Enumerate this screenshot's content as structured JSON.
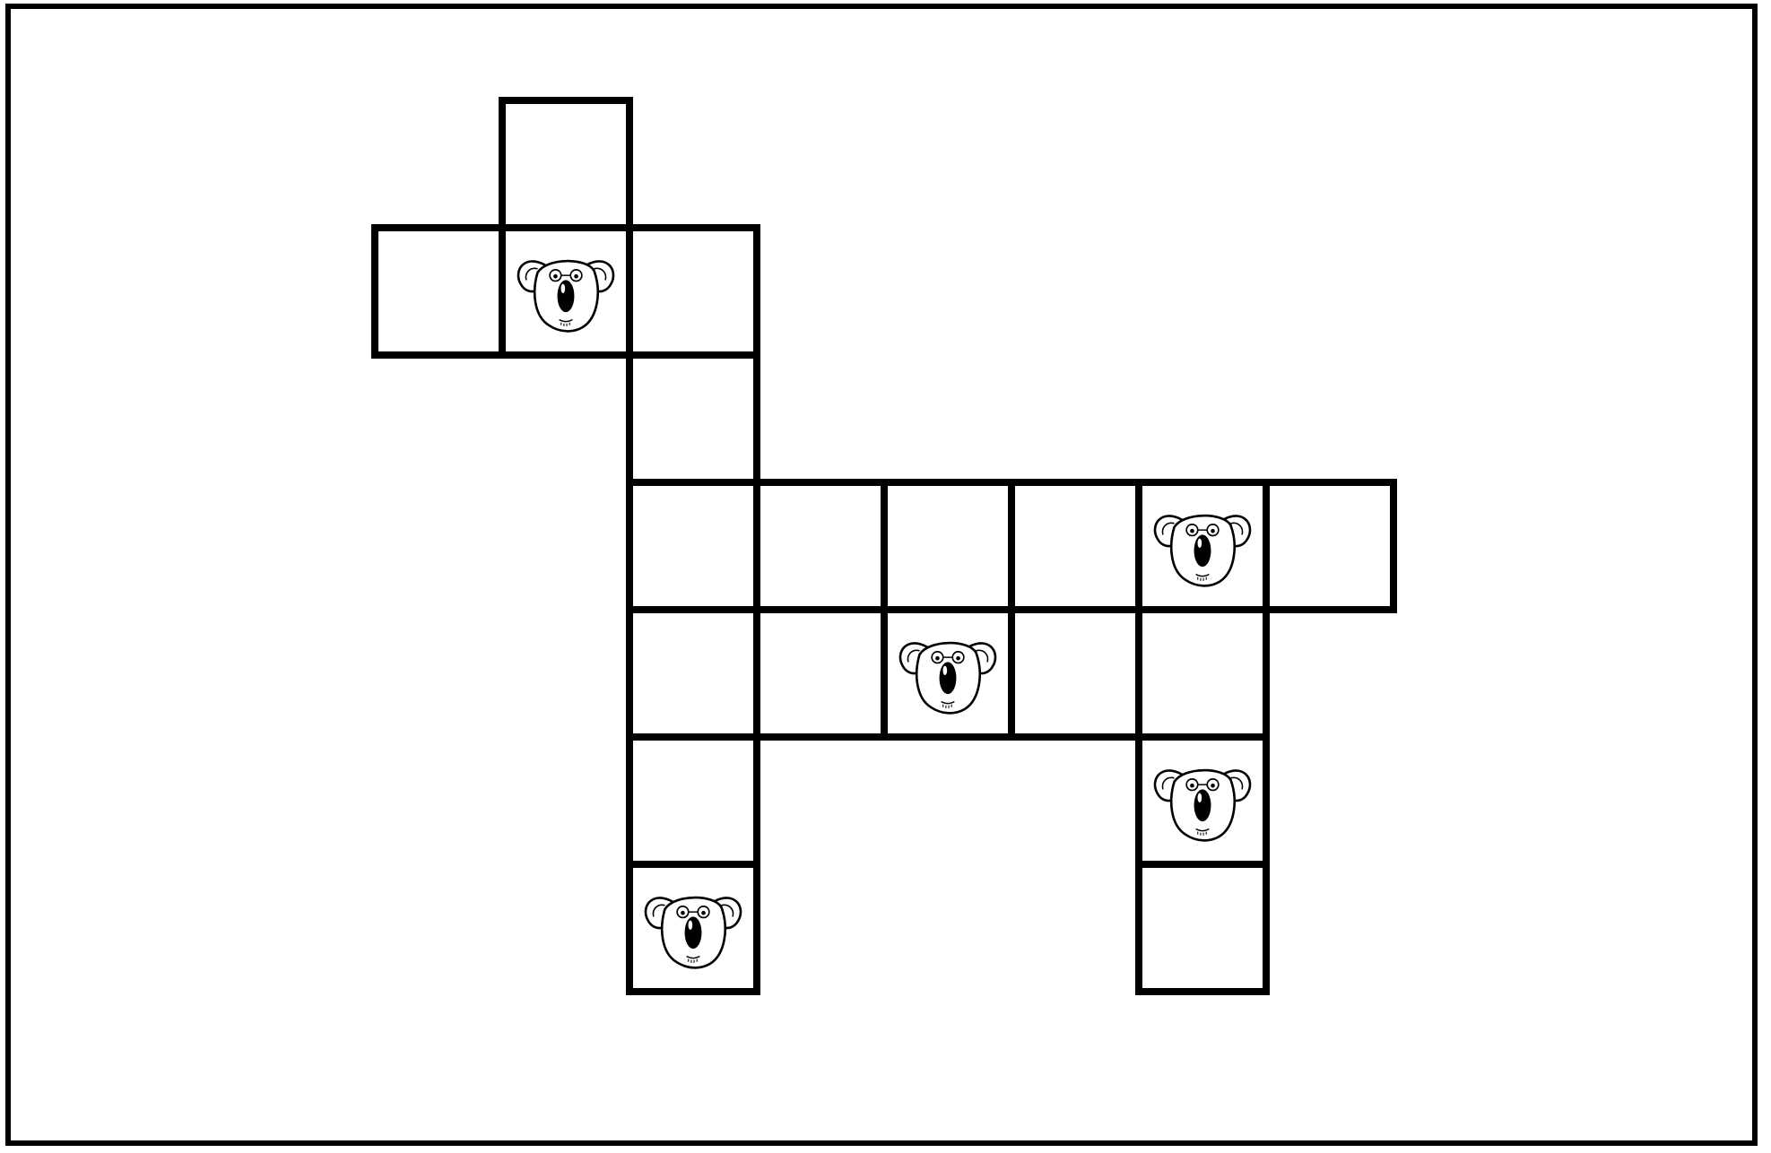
{
  "puzzle": {
    "colors": {
      "background": "#ffffff",
      "grid_line": "#000000",
      "koala_fill": "#ffffff",
      "koala_nose": "#000000"
    },
    "cell_icon": "koala-face-icon",
    "cells": [
      {
        "row": 0,
        "col": 1,
        "koala": false
      },
      {
        "row": 1,
        "col": 0,
        "koala": false
      },
      {
        "row": 1,
        "col": 1,
        "koala": true
      },
      {
        "row": 1,
        "col": 2,
        "koala": false
      },
      {
        "row": 2,
        "col": 2,
        "koala": false
      },
      {
        "row": 3,
        "col": 2,
        "koala": false
      },
      {
        "row": 3,
        "col": 3,
        "koala": false
      },
      {
        "row": 3,
        "col": 4,
        "koala": false
      },
      {
        "row": 3,
        "col": 5,
        "koala": false
      },
      {
        "row": 3,
        "col": 6,
        "koala": true
      },
      {
        "row": 3,
        "col": 7,
        "koala": false
      },
      {
        "row": 4,
        "col": 2,
        "koala": false
      },
      {
        "row": 4,
        "col": 3,
        "koala": false
      },
      {
        "row": 4,
        "col": 4,
        "koala": true
      },
      {
        "row": 4,
        "col": 5,
        "koala": false
      },
      {
        "row": 4,
        "col": 6,
        "koala": false
      },
      {
        "row": 5,
        "col": 2,
        "koala": false
      },
      {
        "row": 5,
        "col": 6,
        "koala": true
      },
      {
        "row": 6,
        "col": 2,
        "koala": true
      },
      {
        "row": 6,
        "col": 6,
        "koala": false
      }
    ]
  }
}
